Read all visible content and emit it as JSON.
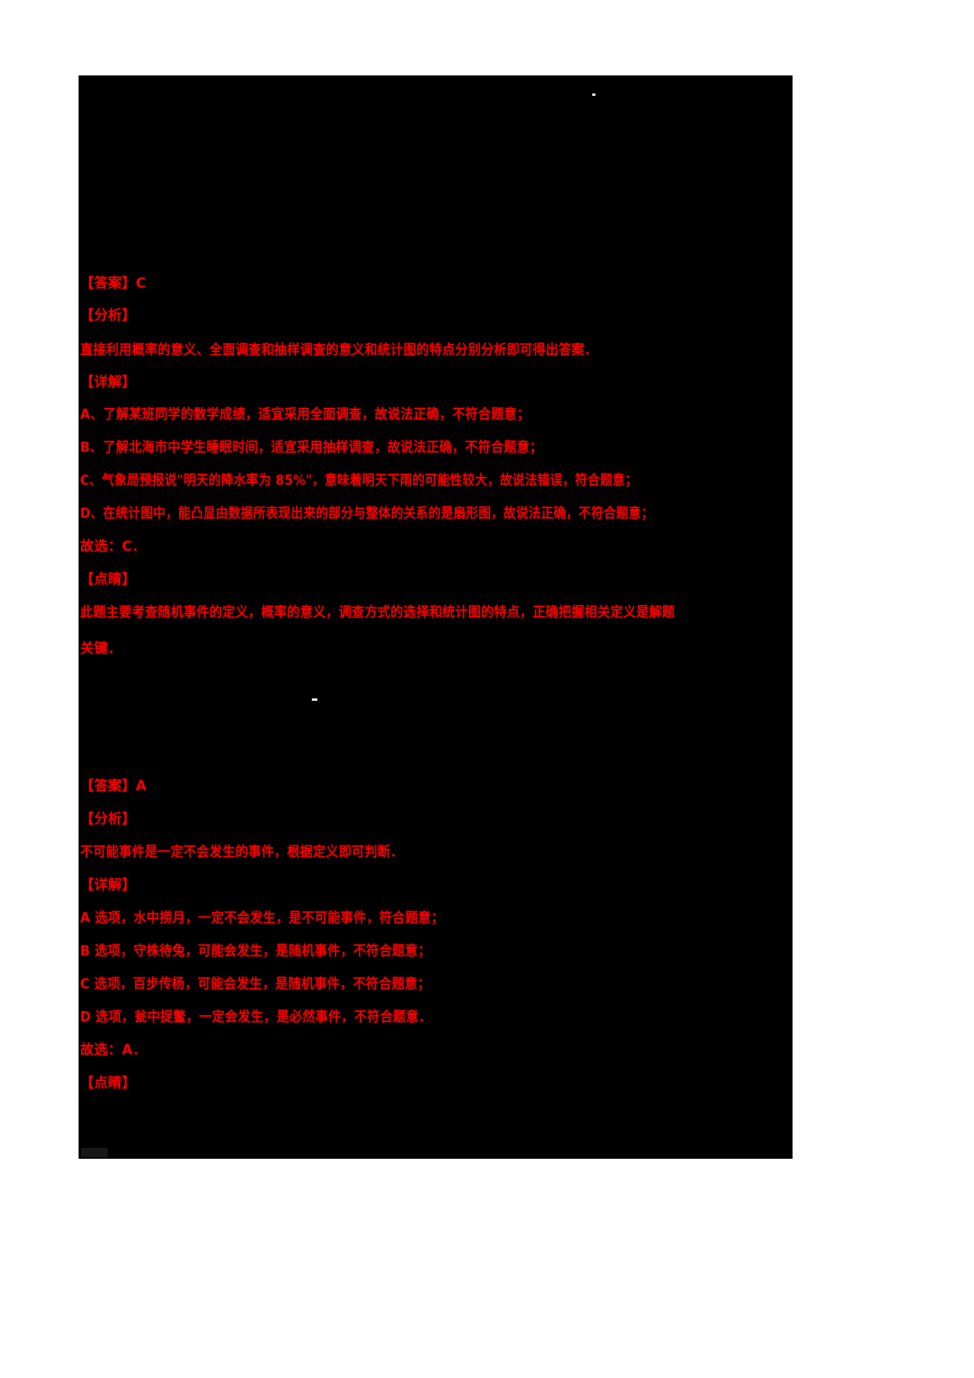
{
  "document": {
    "page_background": "#ffffff",
    "sheet_background": "#000000",
    "ink_color": "#ff0000",
    "kind": "scanned-answer-key"
  },
  "marks": {
    "top_speck": ".",
    "mid_speck": "-"
  },
  "sections": [
    {
      "id": "question-1",
      "answer_heading": "【答案】",
      "answer_value": "C",
      "analysis_heading": "【分析】",
      "analysis_text": "直接利用概率的意义、全面调查和抽样调查的意义和统计图的特点分别分析即可得出答案．",
      "detail_heading": "【详解】",
      "options": [
        "A、了解某班同学的数学成绩，适宜采用全面调查，故说法正确，不符合题意；",
        "B、了解北海市中学生睡眠时间，适宜采用抽样调查，故说法正确，不符合题意；",
        "C、气象局预报说\"明天的降水率为 85%\"，意味着明天下雨的可能性较大，故说法错误，符合题意；",
        "D、在统计图中，能凸显由数据所表现出来的部分与整体的关系的是扇形图，故说法正确，不符合题意；"
      ],
      "conclusion": "故选：C．",
      "insight_heading": "【点睛】",
      "insight_lines": [
        "此题主要考查随机事件的定义，概率的意义，调查方式的选择和统计图的特点，正确把握相关定义是解题",
        "关键．"
      ]
    },
    {
      "id": "question-2",
      "answer_heading": "【答案】",
      "answer_value": "A",
      "analysis_heading": "【分析】",
      "analysis_text": "不可能事件是一定不会发生的事件，根据定义即可判断．",
      "detail_heading": "【详解】",
      "options": [
        "A 选项，水中捞月，一定不会发生，是不可能事件，符合题意；",
        "B 选项，守株待兔，可能会发生，是随机事件，不符合题意；",
        "C 选项，百步传杨，可能会发生，是随机事件，不符合题意；",
        "D 选项，瓮中捉鳖，一定会发生，是必然事件，不符合题意．"
      ],
      "conclusion": "故选：A．",
      "insight_heading": "【点睛】"
    }
  ]
}
